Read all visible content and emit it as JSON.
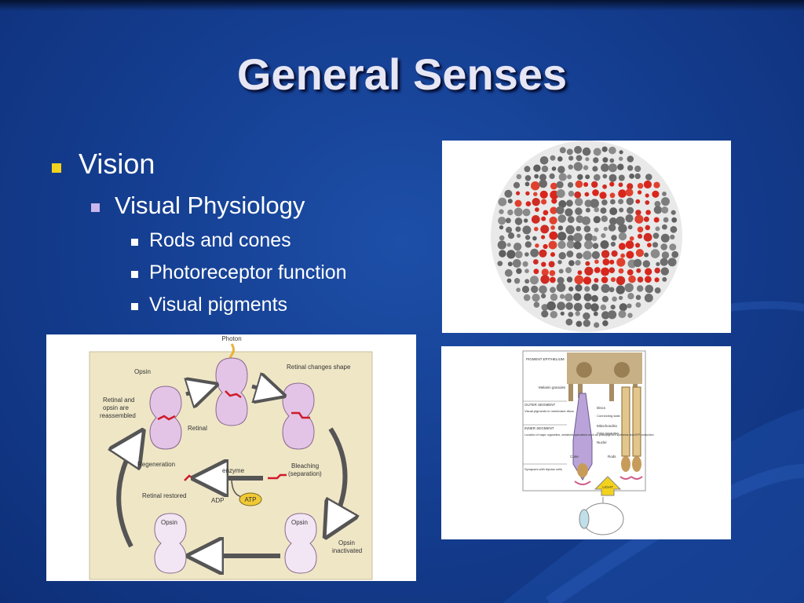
{
  "slide": {
    "title": "General Senses",
    "bullets": {
      "level1": "Vision",
      "level2": "Visual Physiology",
      "level3": [
        "Rods and cones",
        "Photoreceptor function",
        "Visual pigments"
      ]
    }
  },
  "colors": {
    "background": "#153f92",
    "title_text": "#e6e6f4",
    "bullet1_marker": "#f2d21c",
    "bullet2_marker": "#c9b6ec",
    "bullet3_marker": "#ffffff",
    "ishihara_red": "#d8261c",
    "ishihara_gray": "#6e6e6e",
    "opsin_pink": "#e3c4e6",
    "diagram_bg": "#efe6c6"
  },
  "ishihara_plate": {
    "icon": "color-blindness-test-plate",
    "hidden_number": "12"
  },
  "retinal_cycle_diagram": {
    "photon": "Photon",
    "opsin_top_left": "Opsin",
    "retinal_reassembled": "Retinal and opsin are reassembled",
    "retinal": "Retinal",
    "retinal_changes_shape": "Retinal changes shape",
    "regeneration": "Regeneration",
    "enzyme": "enzyme",
    "bleaching": "Bleaching (separation)",
    "retinal_restored": "Retinal restored",
    "adp": "ADP",
    "atp": "ATP",
    "opsin_bottom_left": "Opsin",
    "opsin_bottom_right": "Opsin",
    "opsin_inactivated": "Opsin inactivated"
  },
  "photoreceptor_diagram": {
    "pigment_epithelium": "PIGMENT EPITHELIUM",
    "melanin_granules": "Melanin granules",
    "outer_segment": "OUTER SEGMENT",
    "visual_pigments": "Visual pigments in membrane discs",
    "inner_segment": "INNER SEGMENT",
    "inner_desc": "Location of major organelles, metabolic operations such as photopigment synthesis and ATP production",
    "synapses": "Synapses with bipolar cells",
    "discs": "Discs",
    "connecting_stalk": "Connecting stalk",
    "mitochondria": "Mitochondria",
    "golgi": "Golgi apparatus",
    "nuclei": "Nuclei",
    "cone": "Cone",
    "rods": "Rods",
    "light": "LIGHT"
  }
}
